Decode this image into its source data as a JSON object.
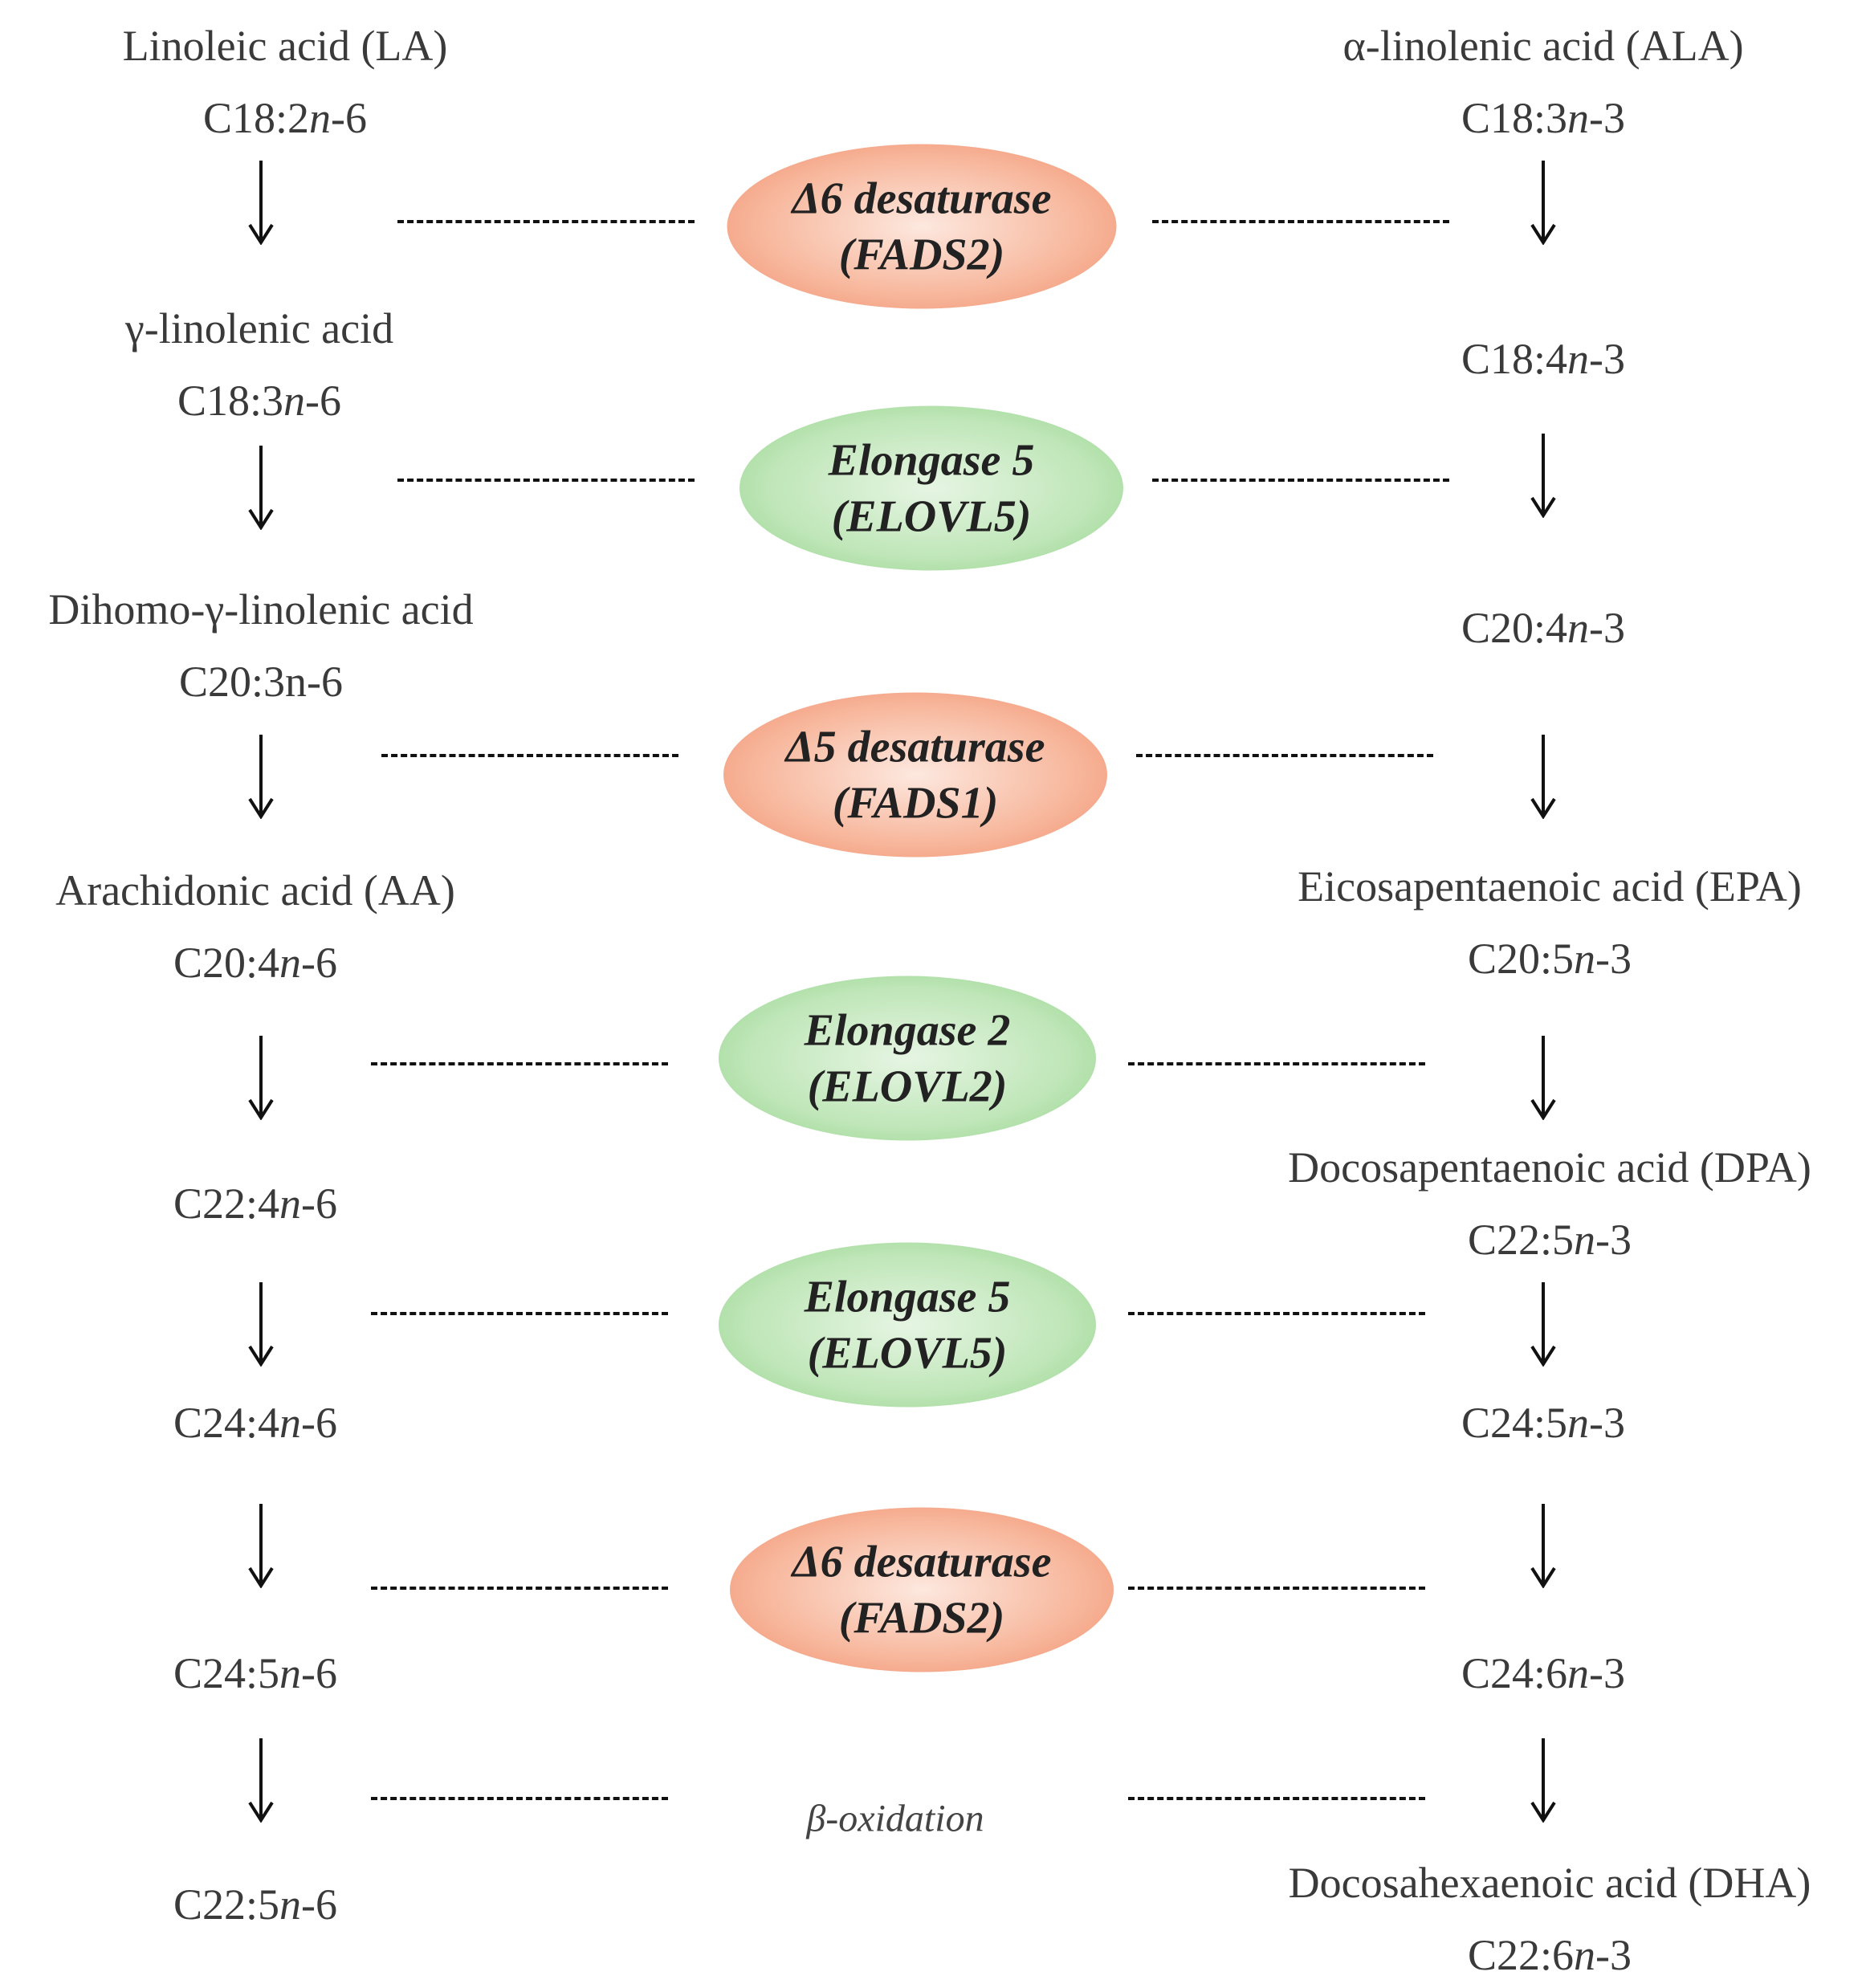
{
  "left": {
    "la_name": "Linoleic acid (LA)",
    "la_formula": "C18:2n-6",
    "gla_name": "γ-linolenic acid",
    "gla_formula": "C18:3n-6",
    "dgla_name": "Dihomo-γ-linolenic acid",
    "dgla_formula": "C20:3n-6",
    "aa_name": "Arachidonic acid (AA)",
    "aa_formula": "C20:4n-6",
    "c22_4": "C22:4n-6",
    "c24_4": "C24:4n-6",
    "c24_5": "C24:5n-6",
    "c22_5": "C22:5n-6"
  },
  "right": {
    "ala_name": "α-linolenic acid (ALA)",
    "ala_formula": "C18:3n-3",
    "c18_4": "C18:4n-3",
    "c20_4": "C20:4n-3",
    "epa_name": "Eicosapentaenoic acid (EPA)",
    "epa_formula": "C20:5n-3",
    "dpa_name": "Docosapentaenoic acid (DPA)",
    "dpa_formula": "C22:5n-3",
    "c24_5": "C24:5n-3",
    "c24_6": "C24:6n-3",
    "dha_name": "Docosahexaenoic acid (DHA)",
    "dha_formula": "C22:6n-3"
  },
  "enzymes": [
    {
      "line1": "Δ6 desaturase",
      "line2": "(FADS2)"
    },
    {
      "line1": "Elongase 5",
      "line2": "(ELOVL5)"
    },
    {
      "line1": "Δ5 desaturase",
      "line2": "(FADS1)"
    },
    {
      "line1": "Elongase 2",
      "line2": "(ELOVL2)"
    },
    {
      "line1": "Elongase 5",
      "line2": "(ELOVL5)"
    },
    {
      "line1": "Δ6 desaturase",
      "line2": "(FADS2)"
    }
  ],
  "beta_oxidation": "β-oxidation",
  "colors": {
    "desaturase": "#f4a285",
    "elongase": "#a9dda1",
    "arrow": "#111111"
  }
}
